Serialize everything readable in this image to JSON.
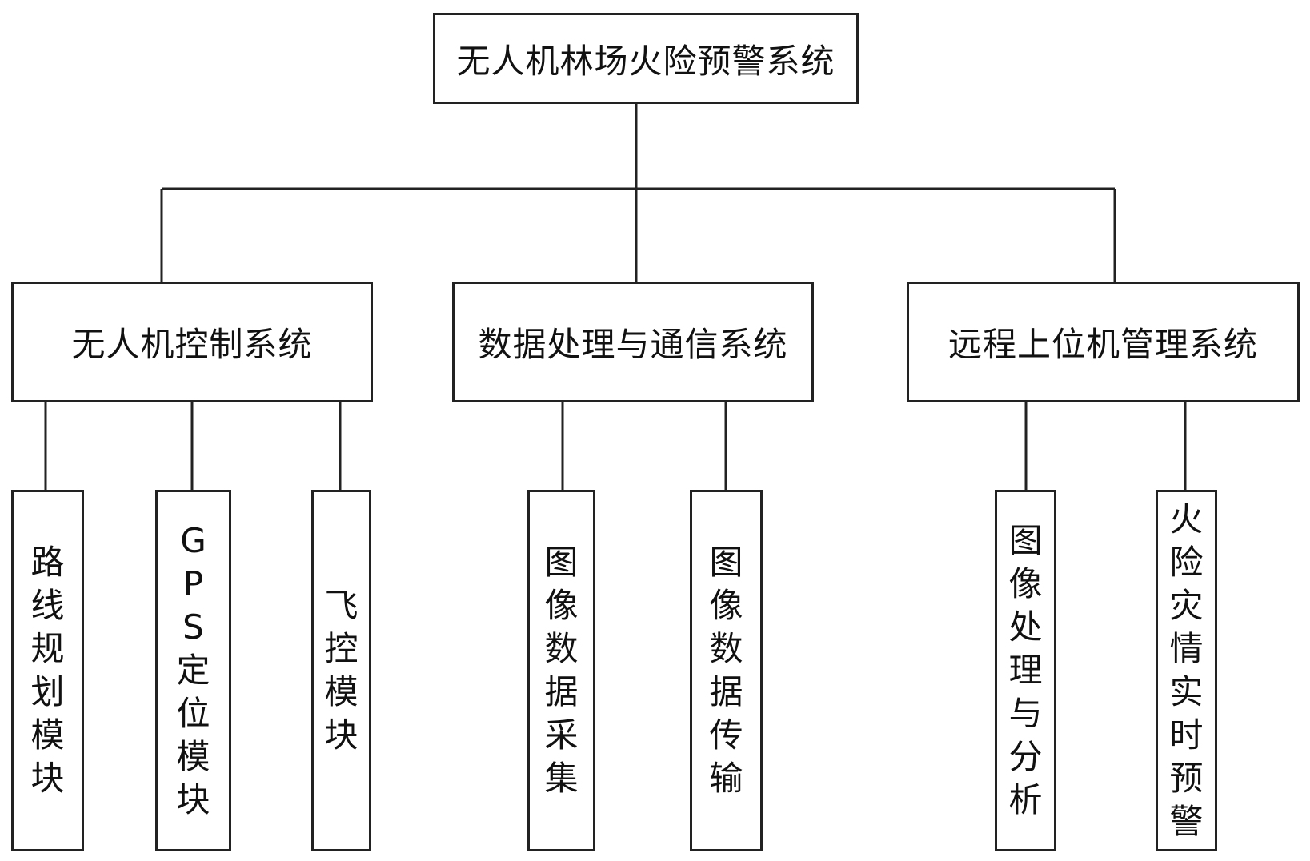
{
  "root": {
    "label": "无人机林场火险预警系统"
  },
  "subsystems": [
    {
      "label": "无人机控制系统",
      "modules": [
        "路线规划模块",
        "GPS定位模块",
        "飞控模块"
      ]
    },
    {
      "label": "数据处理与通信系统",
      "modules": [
        "图像数据采集",
        "图像数据传输"
      ]
    },
    {
      "label": "远程上位机管理系统",
      "modules": [
        "图像处理与分析",
        "火险灾情实时预警"
      ]
    }
  ],
  "colors": {
    "line": "#222222",
    "box_border": "#222222",
    "text": "#111111",
    "background": "#ffffff"
  }
}
